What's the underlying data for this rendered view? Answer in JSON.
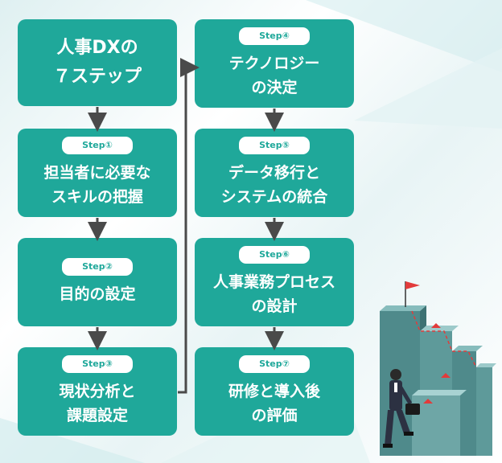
{
  "title": {
    "line1": "人事DXの",
    "line2": "７ステップ"
  },
  "steps": [
    {
      "tag": "Step①",
      "lines": [
        "担当者に必要な",
        "スキルの把握"
      ]
    },
    {
      "tag": "Step②",
      "lines": [
        "目的の設定"
      ]
    },
    {
      "tag": "Step③",
      "lines": [
        "現状分析と",
        "課題設定"
      ]
    },
    {
      "tag": "Step④",
      "lines": [
        "テクノロジー",
        "の決定"
      ]
    },
    {
      "tag": "Step⑤",
      "lines": [
        "データ移行と",
        "システムの統合"
      ]
    },
    {
      "tag": "Step⑥",
      "lines": [
        "人事業務プロセス",
        "の設計"
      ]
    },
    {
      "tag": "Step⑦",
      "lines": [
        "研修と導入後",
        "の評価"
      ]
    }
  ],
  "colors": {
    "box": "#1fa89a",
    "arrow": "#4a4a4a",
    "stairs": "#5e9a9a",
    "flag": "#e23b3b"
  },
  "illustration": {
    "description_icon": "businessman-climbing-stairs-icon"
  }
}
